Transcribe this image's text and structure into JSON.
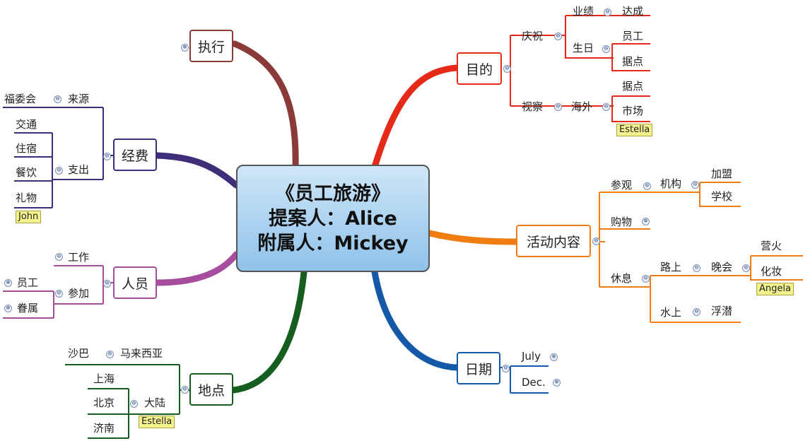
{
  "center": {
    "line1": "《员工旅游》",
    "line2": "提案人：Alice",
    "line3": "附属人：Mickey"
  },
  "branches": {
    "zhixing": {
      "label": "执行",
      "color": "#8b3a3a"
    },
    "mudi": {
      "label": "目的",
      "color": "#e62a1a",
      "qingzhu": "庆祝",
      "yeji": "业绩",
      "dacheng": "达成",
      "shengri": "生日",
      "yuangong": "员工",
      "judian": "据点",
      "shicha": "视察",
      "haiwai": "海外",
      "judian2": "据点",
      "shichang": "市场",
      "tag": "Estella"
    },
    "jingfei": {
      "label": "经费",
      "color": "#3f2d7a",
      "fuweihui": "福委会",
      "laiyuan": "来源",
      "zhichu": "支出",
      "items": [
        "交通",
        "住宿",
        "餐饮",
        "礼物"
      ],
      "tag": "John"
    },
    "huodong": {
      "label": "活动内容",
      "color": "#ef7d12",
      "canguan": "参观",
      "jigou": "机构",
      "jiameng": "加盟",
      "xuexiao": "学校",
      "gouwu": "购物",
      "xiuxi": "休息",
      "lushang": "路上",
      "wanhui": "晚会",
      "yinghuo": "营火",
      "huazhuang": "化妆",
      "tag": "Angela",
      "shuishang": "水上",
      "qianshui": "浮潜"
    },
    "renyuan": {
      "label": "人员",
      "color": "#a64d9e",
      "gongzuo": "工作",
      "canjia": "参加",
      "yuangong": "员工",
      "juanshu": "眷属"
    },
    "riqi": {
      "label": "日期",
      "color": "#1458a8",
      "july": "July",
      "dec": "Dec."
    },
    "didian": {
      "label": "地点",
      "color": "#155e20",
      "shaba": "沙巴",
      "malaixiya": "马来西亚",
      "dalu": "大陆",
      "cities": [
        "上海",
        "北京",
        "济南"
      ],
      "tag": "Estella"
    }
  },
  "controls": {
    "minus": "⊖",
    "plus": "⊕"
  }
}
